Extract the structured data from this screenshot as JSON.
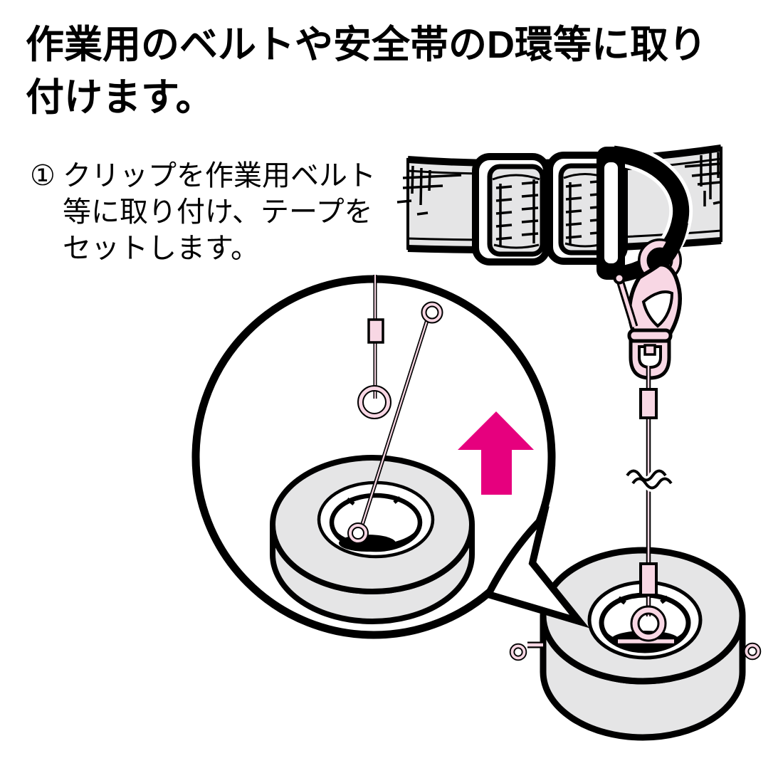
{
  "title": {
    "line1": "作業用のベルトや安全帯のD環等に取り",
    "line2": "付けます。"
  },
  "step": {
    "marker": "①",
    "line1": "クリップを作業用ベルト",
    "line2": "等に取り付け、テープを",
    "line3": "セットします。"
  },
  "colors": {
    "accent": "#E6007E",
    "pink": "#F8D7E4",
    "gray": "#E5E5E6",
    "line": "#000000",
    "background": "#FFFFFF"
  }
}
